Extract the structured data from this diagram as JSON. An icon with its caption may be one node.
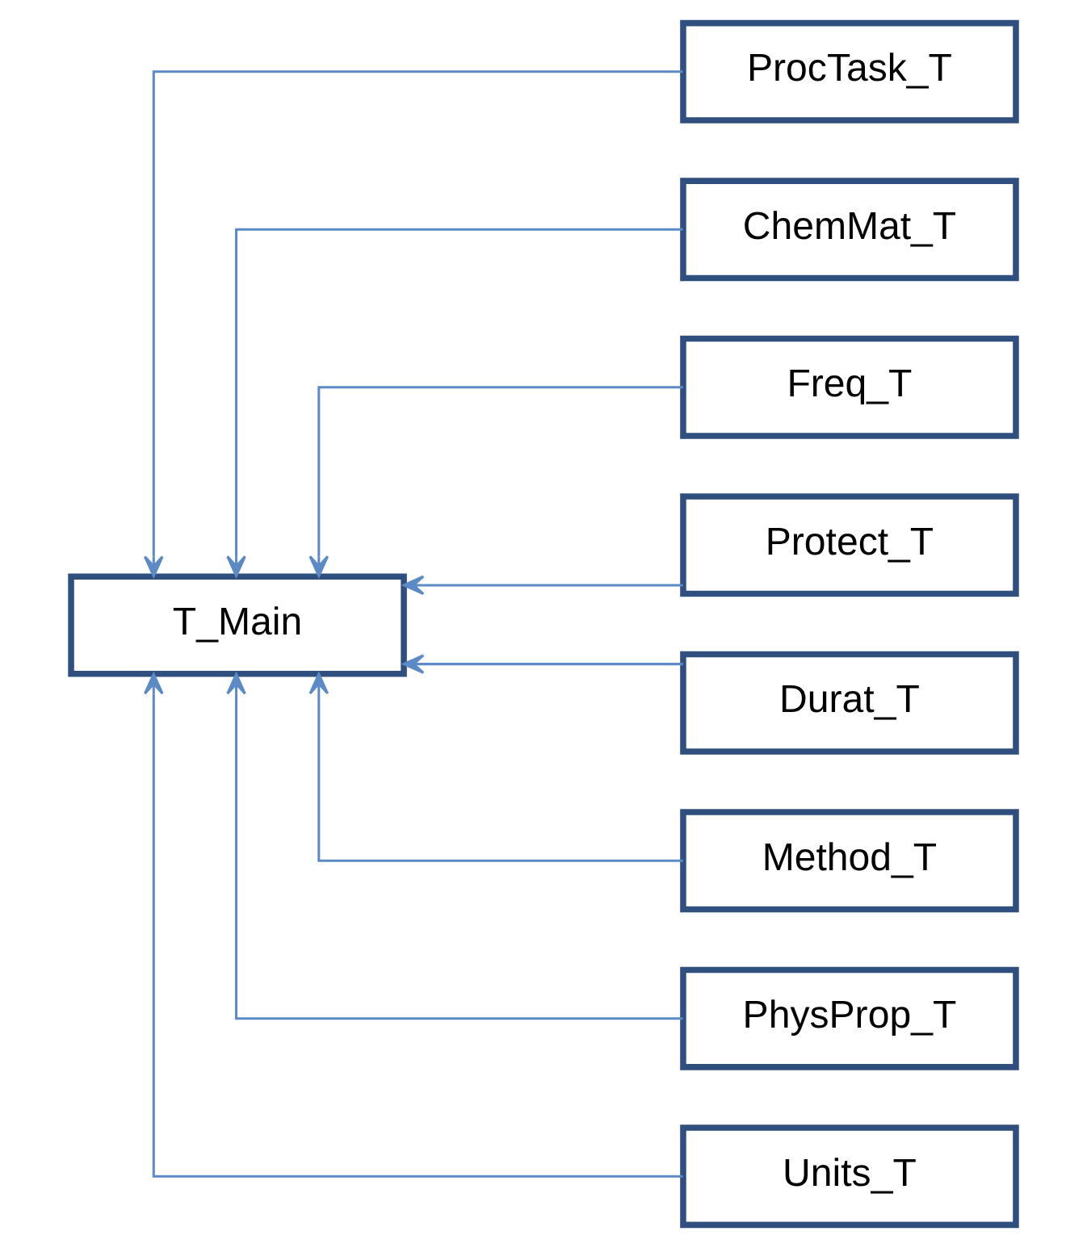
{
  "diagram": {
    "nodes": [
      {
        "text": [
          "T_Main"
        ]
      },
      {
        "text": [
          "ProcTask_T"
        ]
      },
      {
        "text": [
          "ChemMat_T"
        ]
      },
      {
        "text": [
          "Freq_T"
        ]
      },
      {
        "text": [
          "Protect_T"
        ]
      },
      {
        "text": [
          "Durat_T"
        ]
      },
      {
        "text": [
          "Method_T"
        ]
      },
      {
        "text": [
          "PhysProp_T"
        ]
      },
      {
        "text": [
          "Units_T"
        ]
      }
    ],
    "edges": [
      {
        "from": 1,
        "to": 0,
        "arrow": "to"
      },
      {
        "from": 2,
        "to": 0,
        "arrow": "to"
      },
      {
        "from": 3,
        "to": 0,
        "arrow": "to"
      },
      {
        "from": 4,
        "to": 0,
        "arrow": "to"
      },
      {
        "from": 5,
        "to": 0,
        "arrow": "to"
      },
      {
        "from": 6,
        "to": 0,
        "arrow": "to"
      },
      {
        "from": 7,
        "to": 0,
        "arrow": "to"
      },
      {
        "from": 8,
        "to": 0,
        "arrow": "to"
      }
    ]
  }
}
